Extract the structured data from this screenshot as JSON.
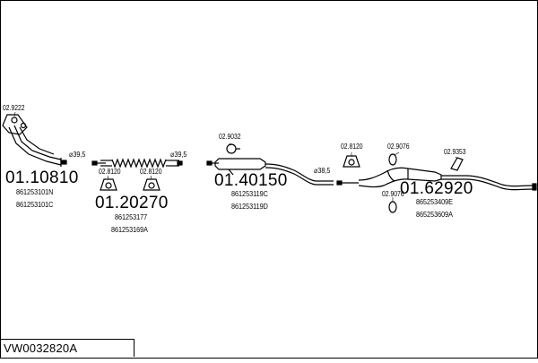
{
  "model_code": "VW0032820A",
  "groups": [
    {
      "id": "g1",
      "main_number": "01.10810",
      "oem_numbers": [
        "861253101N",
        "861253101C"
      ]
    },
    {
      "id": "g2",
      "main_number": "01.20270",
      "oem_numbers": [
        "861253177",
        "861253169A"
      ]
    },
    {
      "id": "g3",
      "main_number": "01.40150",
      "oem_numbers": [
        "861253119C",
        "861253119D"
      ]
    },
    {
      "id": "g4",
      "main_number": "01.62920",
      "oem_numbers": [
        "865253409E",
        "865253609A"
      ]
    }
  ],
  "accessories": [
    {
      "id": "a1",
      "part": "02.9222"
    },
    {
      "id": "a2",
      "part": "02.8120"
    },
    {
      "id": "a3",
      "part": "02.8120"
    },
    {
      "id": "a4",
      "part": "02.9032"
    },
    {
      "id": "a5",
      "part": "02.8120"
    },
    {
      "id": "a6",
      "part": "02.9076"
    },
    {
      "id": "a7",
      "part": "02.9353"
    },
    {
      "id": "a8",
      "part": "02.9076"
    }
  ],
  "diameters": [
    {
      "id": "d1",
      "label": "⌀39,5"
    },
    {
      "id": "d2",
      "label": "⌀39,5"
    },
    {
      "id": "d3",
      "label": "⌀38,5"
    }
  ],
  "colors": {
    "line": "#000000",
    "background": "#ffffff"
  }
}
